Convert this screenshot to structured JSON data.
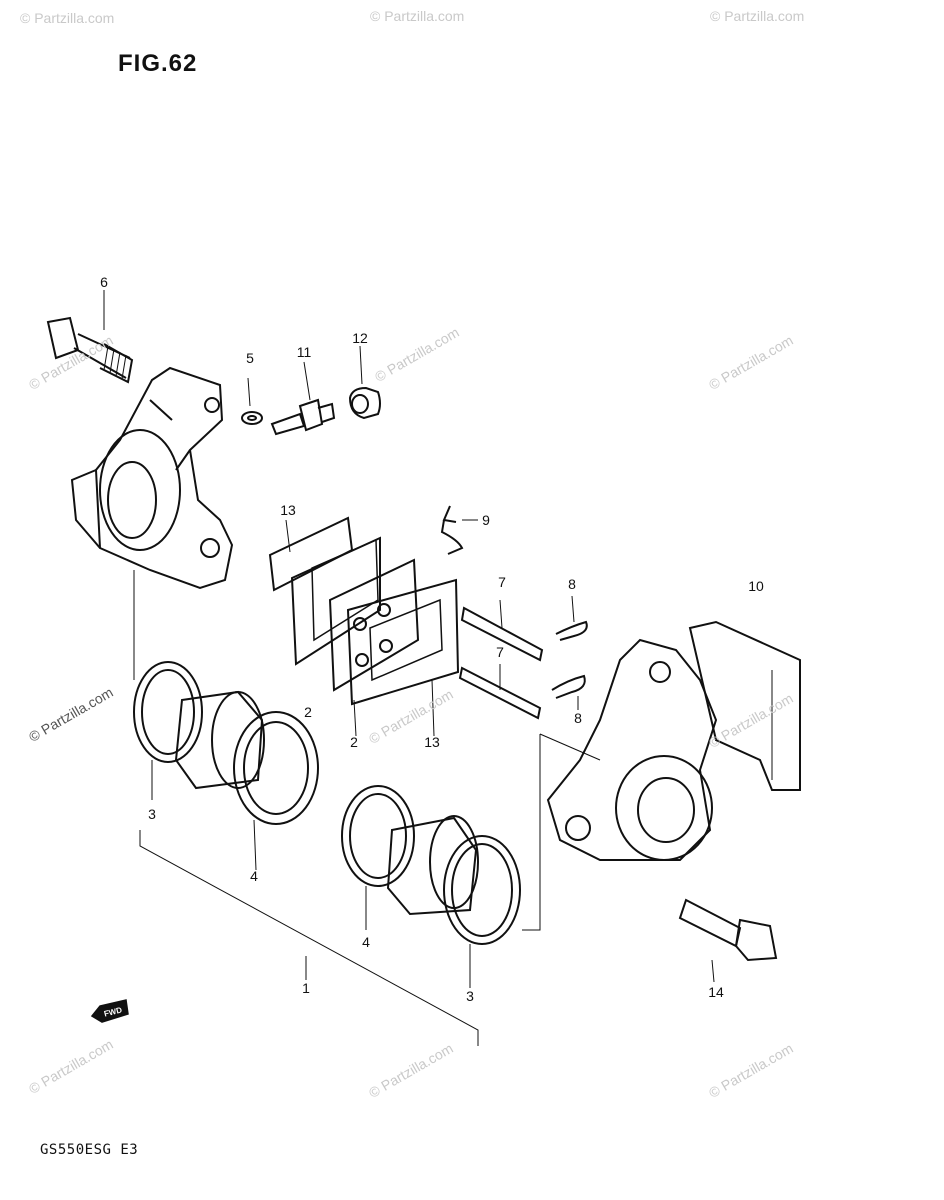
{
  "figure": {
    "title": "FIG.62",
    "footer": "GS550ESG E3"
  },
  "watermark": {
    "text": "© Partzilla.com"
  },
  "parts": [
    {
      "ref": "1"
    },
    {
      "ref": "2"
    },
    {
      "ref": "2"
    },
    {
      "ref": "3"
    },
    {
      "ref": "3"
    },
    {
      "ref": "4"
    },
    {
      "ref": "4"
    },
    {
      "ref": "5"
    },
    {
      "ref": "6"
    },
    {
      "ref": "7"
    },
    {
      "ref": "7"
    },
    {
      "ref": "8"
    },
    {
      "ref": "8"
    },
    {
      "ref": "9"
    },
    {
      "ref": "10"
    },
    {
      "ref": "11"
    },
    {
      "ref": "12"
    },
    {
      "ref": "13"
    },
    {
      "ref": "13"
    },
    {
      "ref": "14"
    }
  ],
  "fwd_label": "FWD",
  "colors": {
    "line": "#111111",
    "watermark": "#c9c9c9"
  }
}
